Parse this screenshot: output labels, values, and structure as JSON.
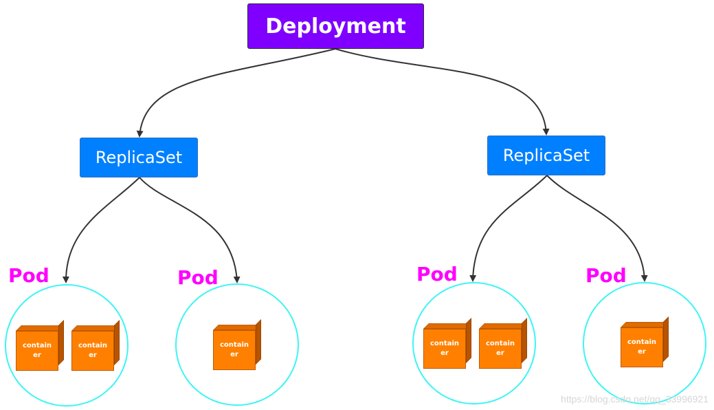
{
  "colors": {
    "deployment": "#7f00ff",
    "replicaset": "#0080ff",
    "pod_label": "#ff00ff",
    "pod_circle": "#3ff4f4",
    "container": "#ff8000",
    "edge": "#333333"
  },
  "deployment": {
    "label": "Deployment"
  },
  "replicasets": [
    {
      "label": "ReplicaSet"
    },
    {
      "label": "ReplicaSet"
    }
  ],
  "pods": [
    {
      "label": "Pod",
      "containers": [
        "container",
        "container"
      ]
    },
    {
      "label": "Pod",
      "containers": [
        "container"
      ]
    },
    {
      "label": "Pod",
      "containers": [
        "container",
        "container"
      ]
    },
    {
      "label": "Pod",
      "containers": [
        "container"
      ]
    }
  ],
  "watermark": "https://blog.csdn.net/qq_33996921"
}
